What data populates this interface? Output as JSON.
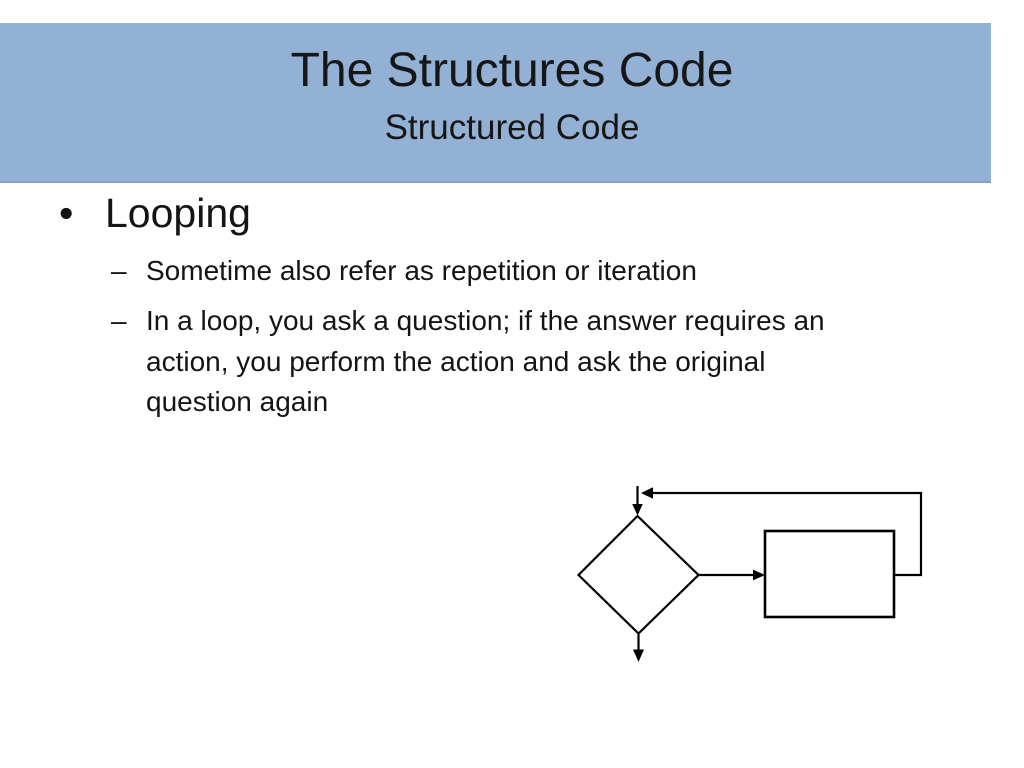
{
  "header": {
    "title": "The Structures Code",
    "subtitle": "Structured Code",
    "band_color": "#93B1D5"
  },
  "content": {
    "bullet_marker": "•",
    "bullet_label": "Looping",
    "sub_bullet_marker": "–",
    "sub_bullets": [
      "Sometime also refer as repetition or iteration",
      "In a loop, you ask a question; if the answer requires an action, you perform the action and ask the original question again"
    ]
  },
  "diagram": {
    "kind": "loop-flowchart",
    "stroke_color": "#000000",
    "shapes": [
      "decision-diamond",
      "process-rectangle"
    ]
  }
}
